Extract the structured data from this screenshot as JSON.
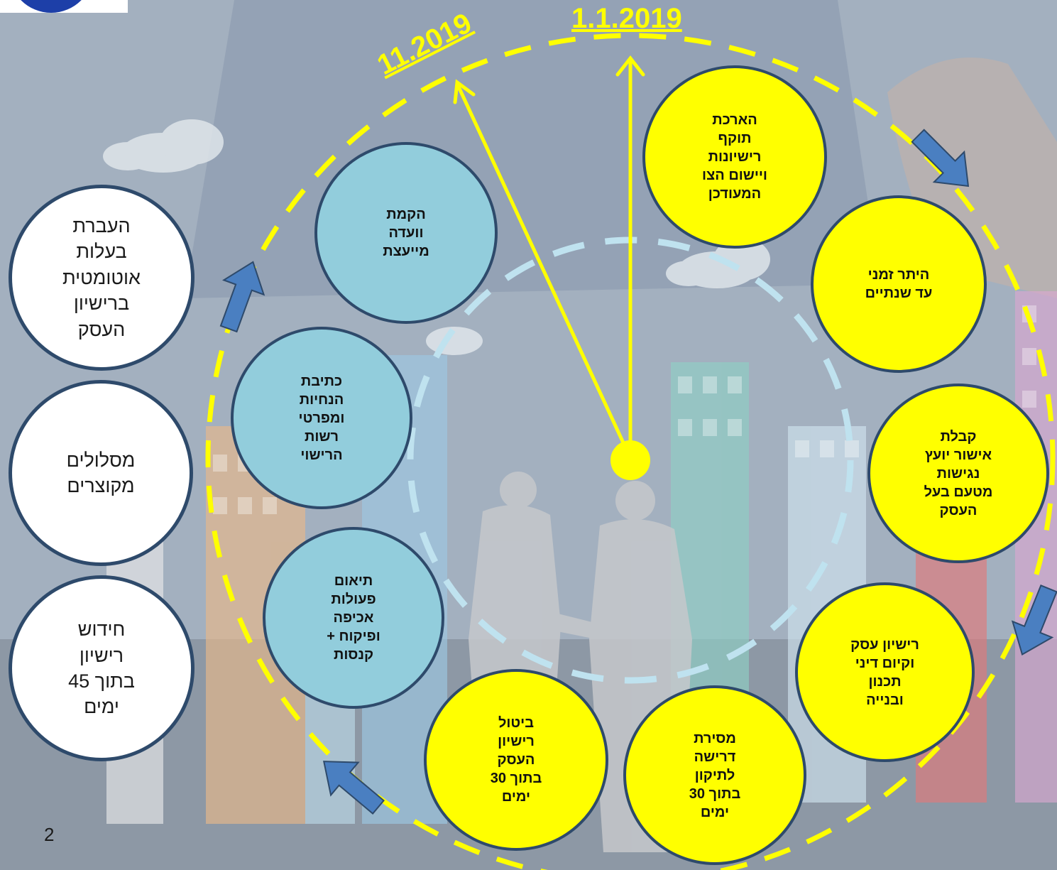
{
  "dates": {
    "main": "1.1.2019",
    "second": "11.2019"
  },
  "page_number": "2",
  "colors": {
    "yellow": "#ffff00",
    "light_blue": "#92cddc",
    "white": "#ffffff",
    "arrow_blue": "#4a7fc1",
    "dark_border": "#2e4a6b"
  },
  "yellow_circles": [
    "הארכת\nתוקף\nרישיונות\nויישום הצו\nהמעודכן",
    "היתר זמני\nעד שנתיים",
    "קבלת\nאישור יועץ\nנגישות\nמטעם בעל\nהעסק",
    "רישיון עסק\nוקיום דיני\nתכנון\nובנייה",
    "מסירת\nדרישה\nלתיקון\nבתוך 30\nימים",
    "ביטול\nרישיון\nהעסק\nבתוך 30\nימים"
  ],
  "blue_circles": [
    "הקמת\nוועדה\nמייעצת",
    "כתיבת\nהנחיות\nומפרטי\nרשות\nהרישוי",
    "תיאום\nפעולות\nאכיפה\nופיקוח +\nקנסות"
  ],
  "white_circles": [
    "העברת\nבעלות\nאוטומטית\nברישיון\nהעסק",
    "מסלולים\nמקוצרים",
    "חידוש\nרישיון\nבתוך 45\nימים"
  ]
}
